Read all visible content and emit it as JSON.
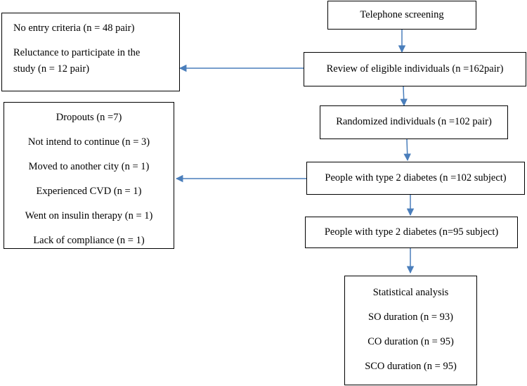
{
  "boxes": {
    "screening": {
      "text": "Telephone screening"
    },
    "review": {
      "text": "Review of eligible individuals (n =162pair)"
    },
    "exclusions": {
      "line1": "No entry criteria (n = 48 pair)",
      "line2a": "Reluctance to participate in the",
      "line2b": "study (n = 12 pair)"
    },
    "randomized": {
      "text": "Randomized individuals (n =102 pair)"
    },
    "diabetes_102": {
      "text": "People with type 2 diabetes (n =102 subject)"
    },
    "dropouts": {
      "title": "Dropouts (n =7)",
      "items": [
        "Not intend to continue (n = 3)",
        "Moved to another city (n = 1)",
        "Experienced CVD (n = 1)",
        "Went on insulin therapy (n = 1)",
        "Lack of compliance (n = 1)"
      ]
    },
    "diabetes_95": {
      "text": "People with type 2 diabetes (n=95 subject)"
    },
    "analysis": {
      "title": "Statistical analysis",
      "items": [
        "SO duration (n = 93)",
        "CO duration (n = 95)",
        "SCO duration (n = 95)"
      ]
    }
  },
  "colors": {
    "arrow": "#4a7ebb",
    "border": "#000000"
  }
}
